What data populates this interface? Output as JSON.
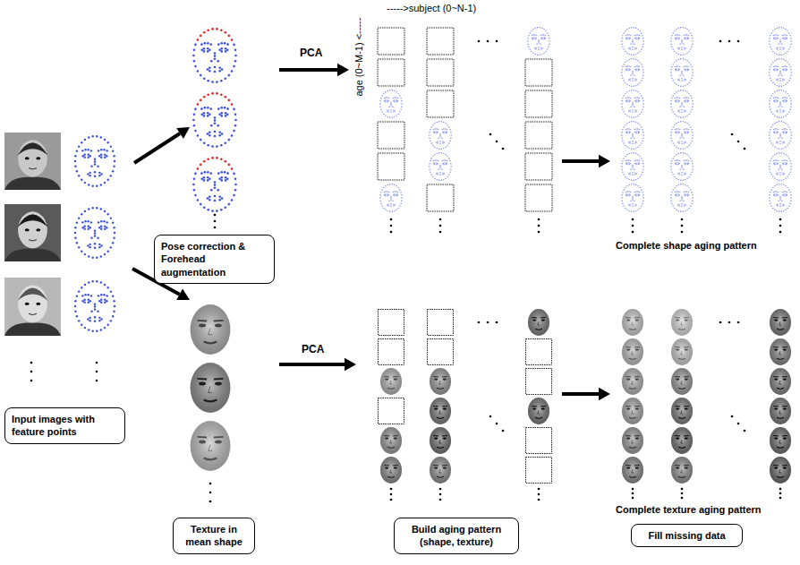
{
  "diagram": {
    "nodes": [
      {
        "text": [
          "Input images with feature points"
        ]
      },
      {
        "text": [
          "Pose correction & Forehead augmentation"
        ]
      },
      {
        "text": [
          "Texture in mean shape"
        ]
      },
      {
        "text": [
          "Build aging pattern (shape, texture)"
        ]
      },
      {
        "text": [
          "Fill missing data"
        ]
      }
    ],
    "labels": [
      "PCA",
      "PCA",
      "----->subject (0~N-1)",
      "age (0~M-1) <-----",
      "Complete shape aging pattern",
      "Complete texture aging pattern"
    ]
  }
}
